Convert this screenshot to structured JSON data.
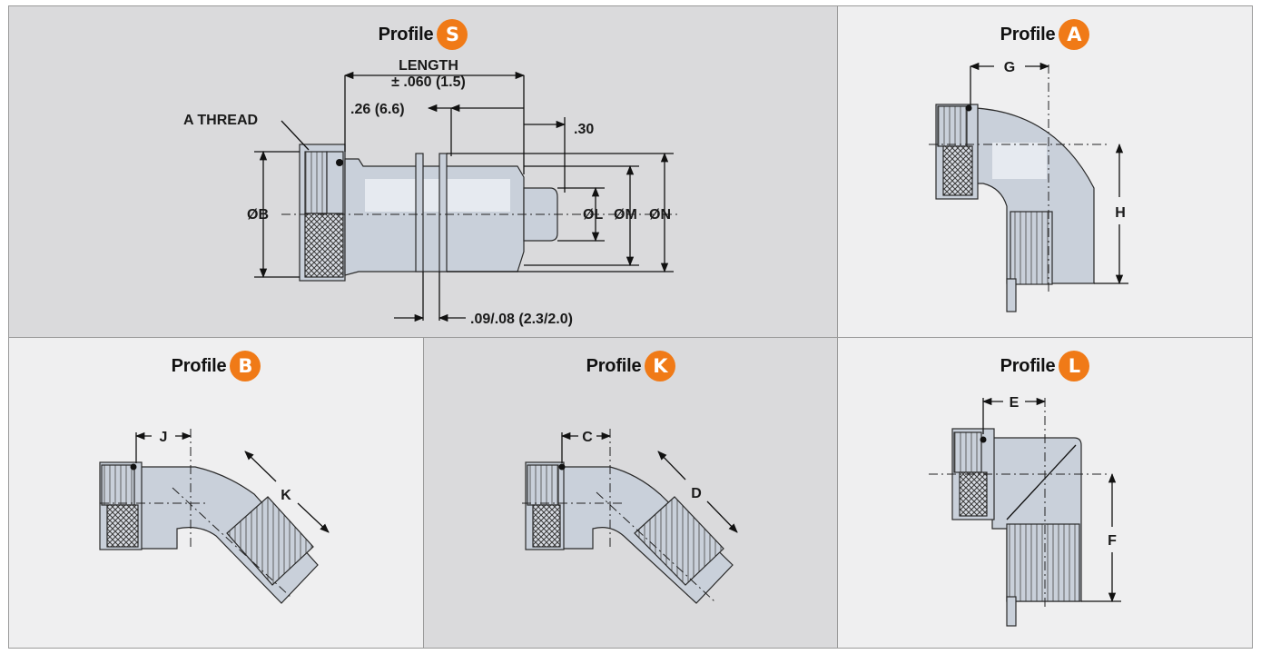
{
  "panels": {
    "s": {
      "word": "Profile",
      "letter": "S",
      "labels": {
        "length": "LENGTH",
        "length_tol": "± .060 (1.5)",
        "d26": ".26 (6.6)",
        "d30": ".30",
        "thread": "A THREAD",
        "ob": "ØB",
        "ol": "ØL",
        "om": "ØM",
        "on": "ØN",
        "d09": ".09/.08 (2.3/2.0)"
      }
    },
    "a": {
      "word": "Profile",
      "letter": "A",
      "labels": {
        "g": "G",
        "h": "H"
      }
    },
    "b": {
      "word": "Profile",
      "letter": "B",
      "labels": {
        "j": "J",
        "k": "K"
      }
    },
    "k": {
      "word": "Profile",
      "letter": "K",
      "labels": {
        "c": "C",
        "d": "D"
      }
    },
    "l": {
      "word": "Profile",
      "letter": "L",
      "labels": {
        "e": "E",
        "f": "F"
      }
    }
  },
  "colors": {
    "badge": "#f07a17",
    "panel_dark": "#dadadc",
    "panel_light": "#efeff0",
    "border": "#9a9a9a"
  }
}
